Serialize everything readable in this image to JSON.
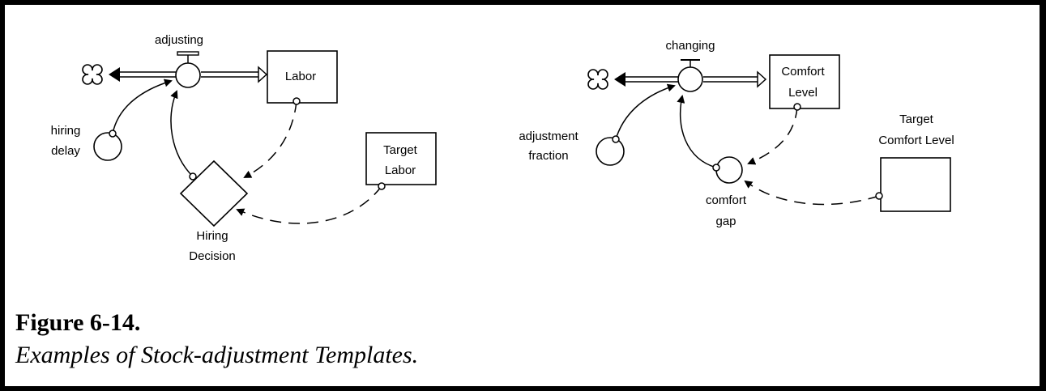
{
  "figure": {
    "title": "Figure 6-14.",
    "subtitle": "Examples of Stock-adjustment Templates."
  },
  "left_template": {
    "flow_label": "adjusting",
    "stock_label": "Labor",
    "converter_label_lines": [
      "hiring",
      "delay"
    ],
    "decision_label_lines": [
      "Hiring",
      "Decision"
    ],
    "target_stock_label_lines": [
      "Target",
      "Labor"
    ]
  },
  "right_template": {
    "flow_label": "changing",
    "stock_label_lines": [
      "Comfort",
      "Level"
    ],
    "converter_label_lines": [
      "adjustment",
      "fraction"
    ],
    "gap_label_lines": [
      "comfort",
      "gap"
    ],
    "target_label_lines": [
      "Target",
      "Comfort Level"
    ]
  },
  "colors": {
    "ink": "#000000",
    "paper": "#ffffff",
    "border": "#000000"
  }
}
